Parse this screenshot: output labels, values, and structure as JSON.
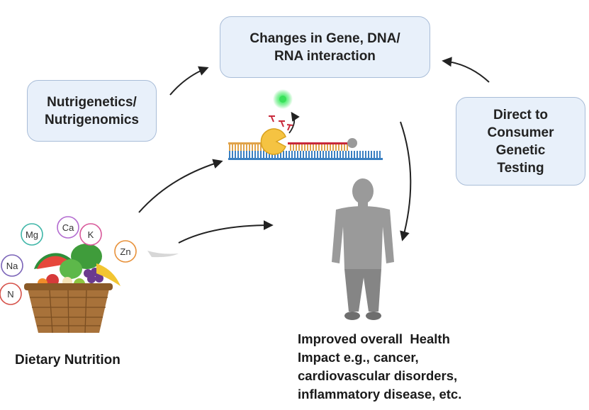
{
  "boxes": {
    "gene": {
      "line1": "Changes in Gene, DNA/",
      "line2": "RNA interaction"
    },
    "nutri": {
      "line1": "Nutrigenetics/",
      "line2": "Nutrigenomics"
    },
    "dtc": {
      "line1": "Direct to",
      "line2": "Consumer",
      "line3": "Genetic",
      "line4": "Testing"
    }
  },
  "labels": {
    "diet": "Dietary Nutrition",
    "health": {
      "line1": "Improved overall  Health",
      "line2": "Impact e.g., cancer,",
      "line3": "cardiovascular disorders,",
      "line4": "inflammatory disease, etc."
    }
  },
  "minerals": [
    {
      "symbol": "Mg",
      "color": "#3fb6a8"
    },
    {
      "symbol": "Ca",
      "color": "#b36bd0"
    },
    {
      "symbol": "K",
      "color": "#d8589a"
    },
    {
      "symbol": "Zn",
      "color": "#e8913a"
    },
    {
      "symbol": "Na",
      "color": "#7b64b8"
    },
    {
      "symbol": "N",
      "color": "#d6524a"
    }
  ],
  "colors": {
    "box_fill": "#e8f0fa",
    "box_border": "#a9bdd8",
    "arrow": "#222222",
    "dna_top": "#e0a34a",
    "dna_bottom": "#3a7fc1",
    "strand_red": "#c8283a",
    "enzyme": "#f5c342",
    "glow": "#39e05a",
    "person": "#9a9a9a",
    "basket": "#a8723a"
  }
}
